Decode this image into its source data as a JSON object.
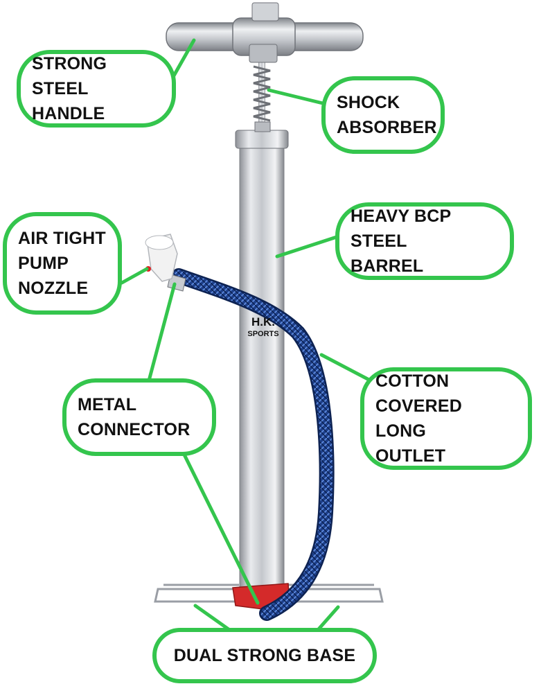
{
  "labels": {
    "handle": "STRONG STEEL\nHANDLE",
    "shock": "SHOCK\nABSORBER",
    "nozzle": "AIR TIGHT\nPUMP\nNOZZLE",
    "barrel": "HEAVY BCP STEEL\nBARREL",
    "connector": "METAL\nCONNECTOR",
    "outlet": "COTTON\nCOVERED LONG\nOUTLET",
    "base": "DUAL STRONG BASE"
  },
  "brand": {
    "name": "H.K.",
    "sub": "SPORTS"
  },
  "colors": {
    "callout": "#34c54d",
    "steel": "#c9ccd1",
    "hose": "#1d3f8a",
    "nozzle": "#efefef",
    "base_clamp": "#d42a2a"
  }
}
